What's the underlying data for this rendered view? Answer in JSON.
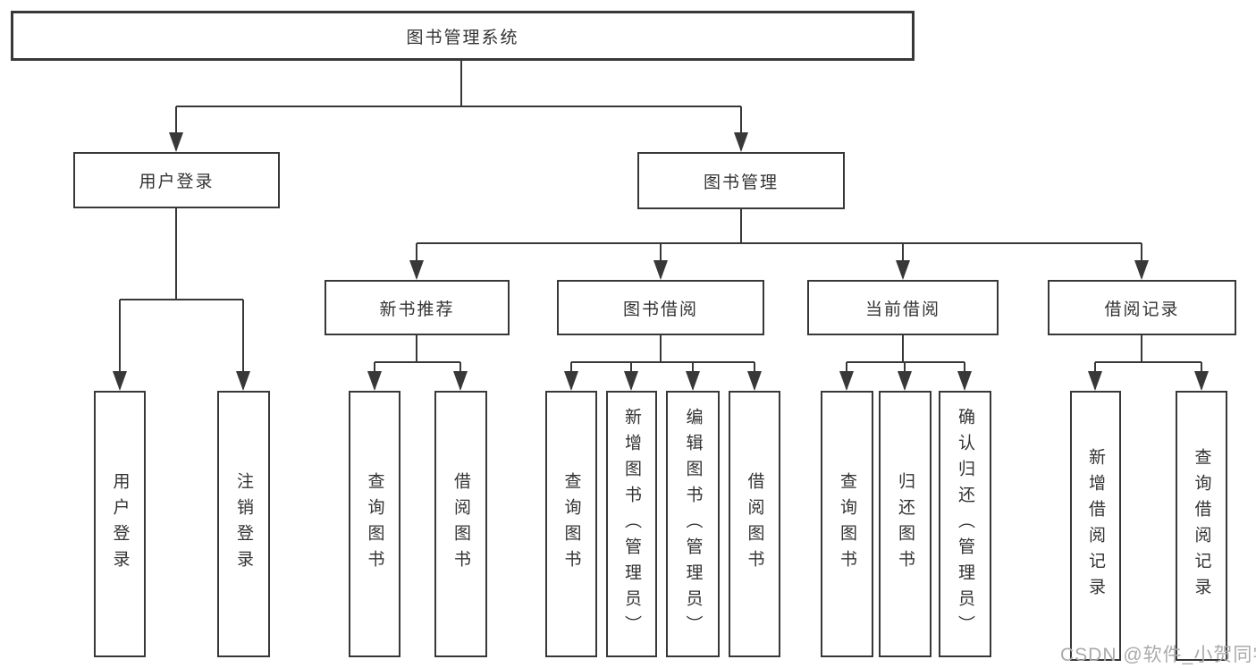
{
  "diagram": {
    "title": "图书管理系统",
    "watermark": "CSDN @软件_小贺同学",
    "colors": {
      "line": "#383838",
      "box_border": "#383838",
      "text": "#333333",
      "background": "#ffffff",
      "watermark": "#aaaaaa"
    },
    "nodes": {
      "root": {
        "label": "图书管理系统"
      },
      "level2": [
        {
          "label": "用户登录"
        },
        {
          "label": "图书管理"
        }
      ],
      "level3": [
        {
          "label": "新书推荐"
        },
        {
          "label": "图书借阅"
        },
        {
          "label": "当前借阅"
        },
        {
          "label": "借阅记录"
        }
      ],
      "leaves": {
        "user_login": [
          {
            "label": "用户登录"
          },
          {
            "label": "注销登录"
          }
        ],
        "new_book": [
          {
            "label": "查询图书"
          },
          {
            "label": "借阅图书"
          }
        ],
        "book_borrow": [
          {
            "label": "查询图书"
          },
          {
            "label": "新增图书（管理员）"
          },
          {
            "label": "编辑图书（管理员）"
          },
          {
            "label": "借阅图书"
          }
        ],
        "current_borrow": [
          {
            "label": "查询图书"
          },
          {
            "label": "归还图书"
          },
          {
            "label": "确认归还（管理员）"
          }
        ],
        "borrow_record": [
          {
            "label": "新增借阅记录"
          },
          {
            "label": "查询借阅记录"
          }
        ]
      }
    }
  }
}
